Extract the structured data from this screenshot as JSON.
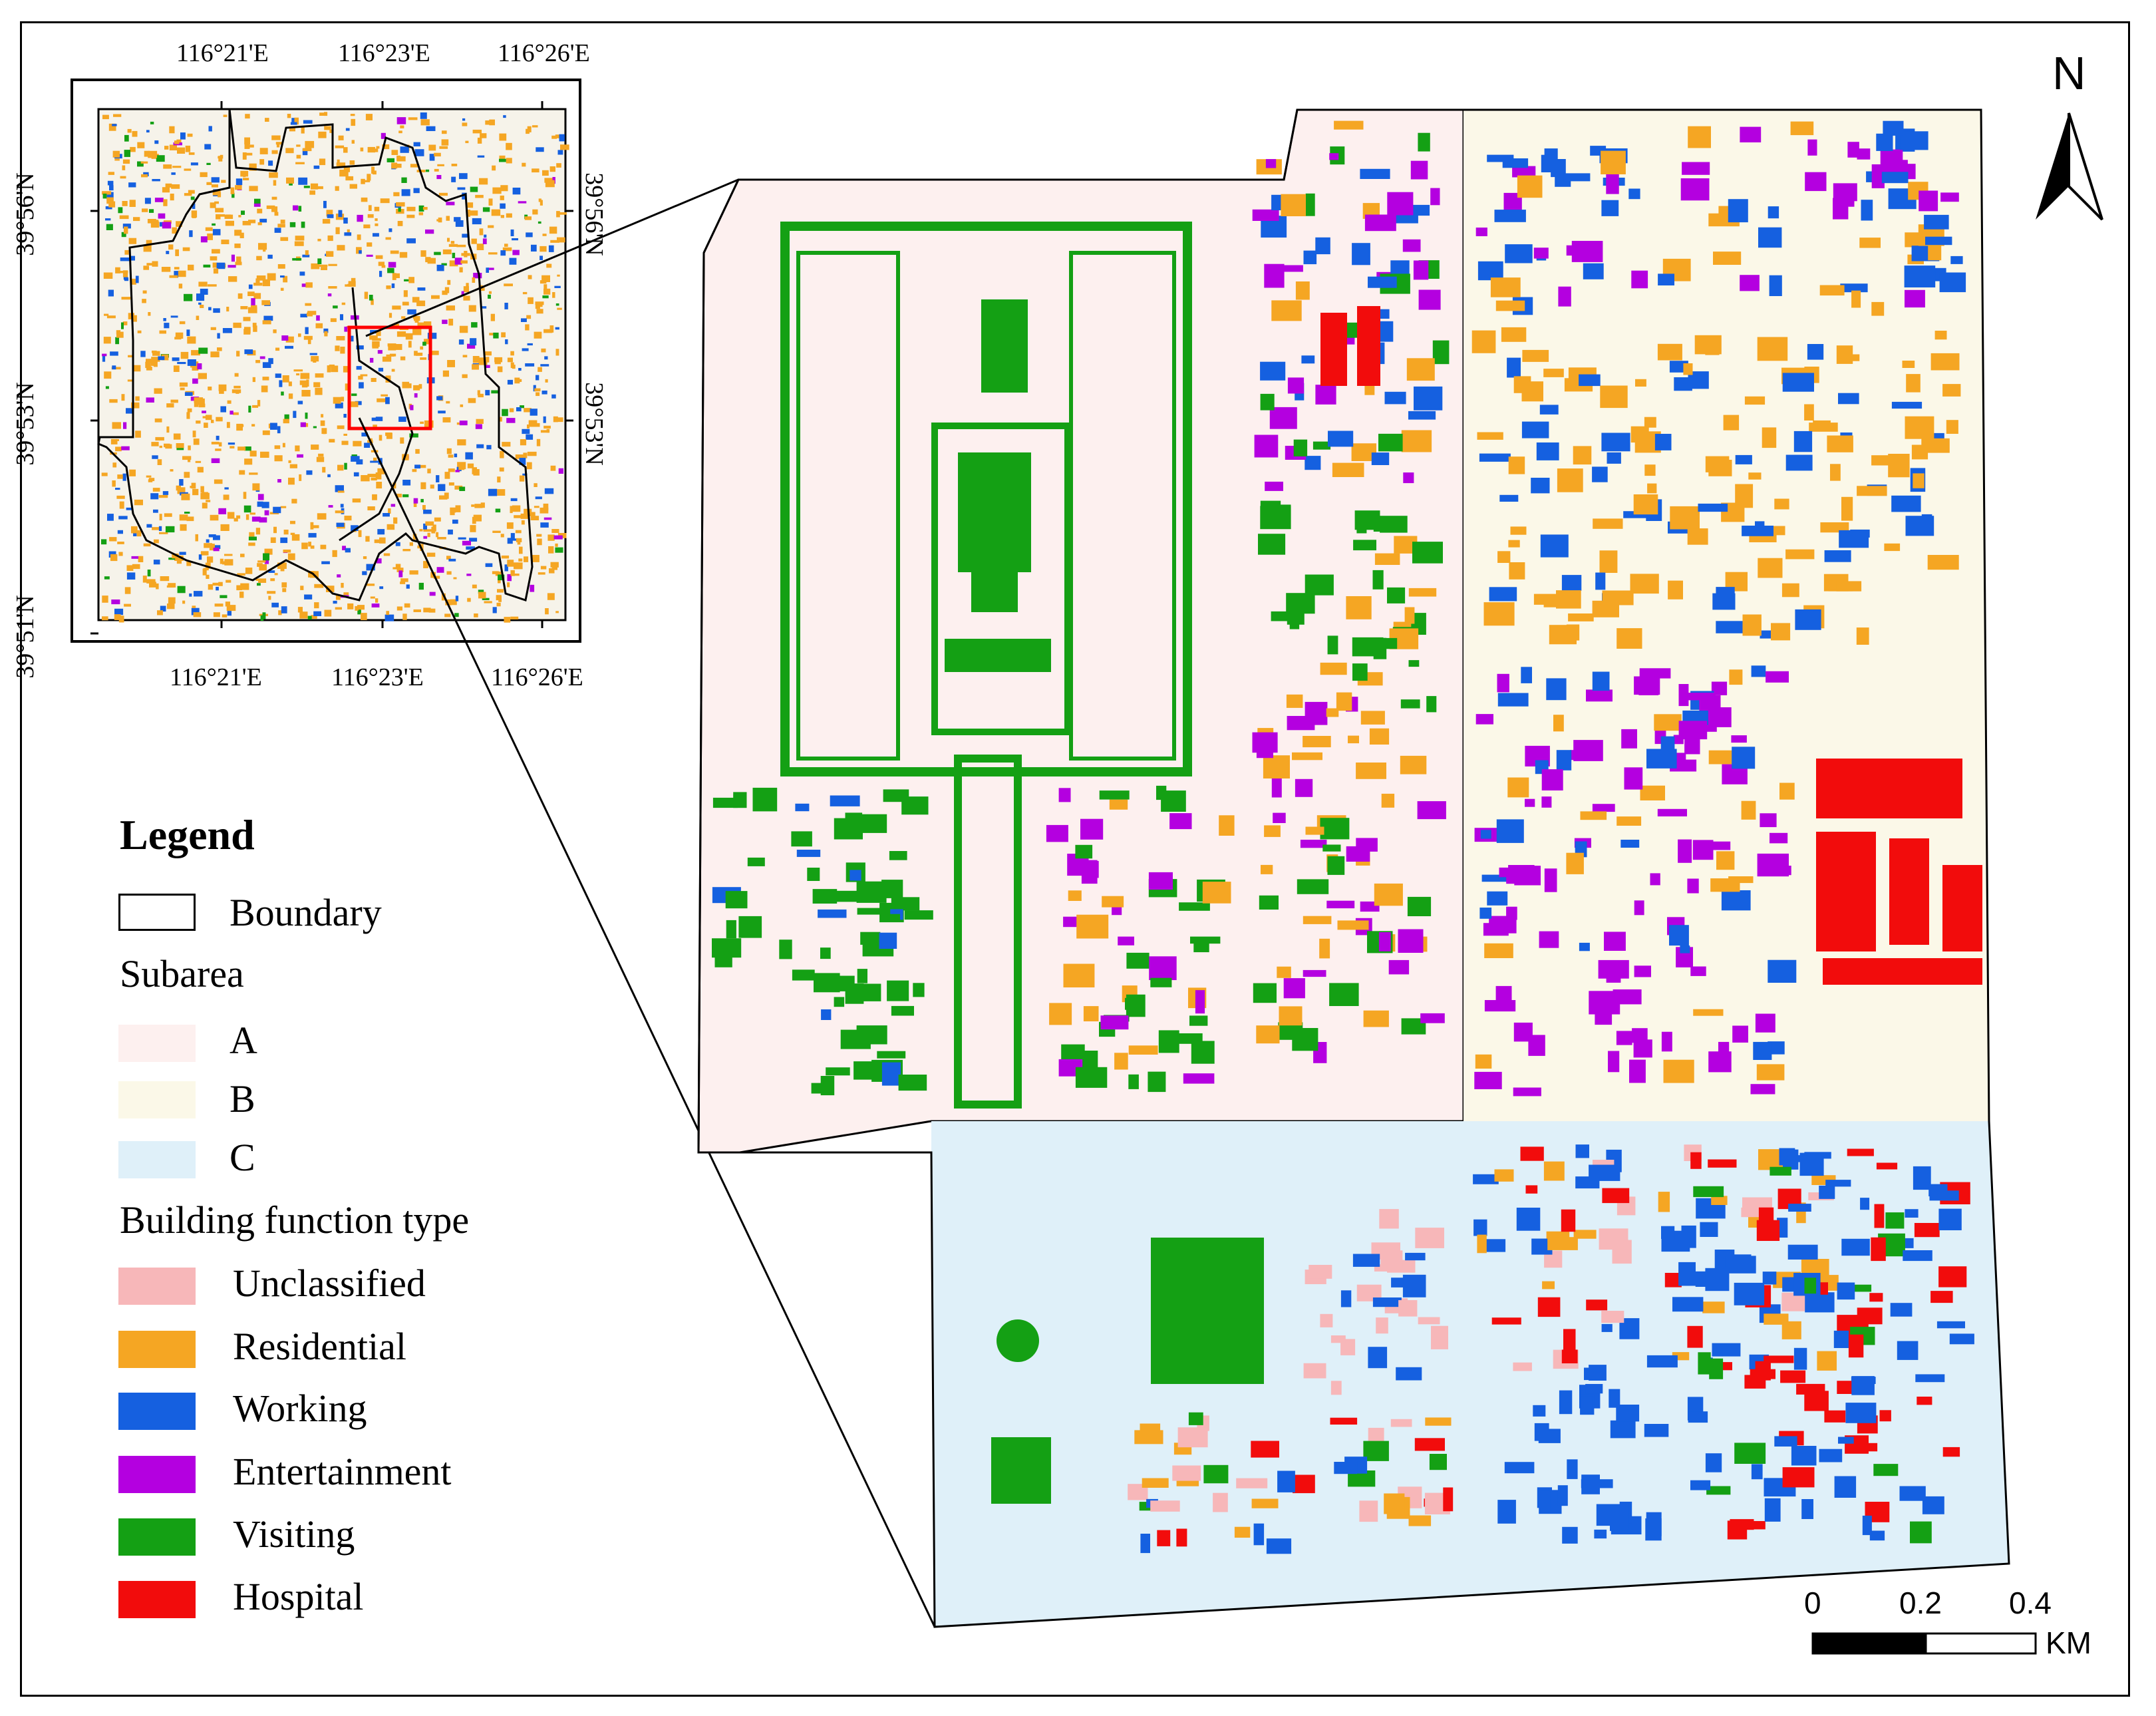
{
  "inset": {
    "top_ticks": [
      "116°21'E",
      "116°23'E",
      "116°26'E"
    ],
    "bottom_ticks": [
      "116°21'E",
      "116°23'E",
      "116°26'E"
    ],
    "left_ticks": [
      "39°56'N",
      "39°53'N",
      "39°51'N"
    ],
    "right_ticks": [
      "39°56'N",
      "39°53'N"
    ]
  },
  "north_arrow": {
    "label": "N"
  },
  "legend": {
    "title": "Legend",
    "boundary_label": "Boundary",
    "subarea_heading": "Subarea",
    "subareas": [
      {
        "label": "A",
        "color": "#fdf0ef"
      },
      {
        "label": "B",
        "color": "#fbf8e8"
      },
      {
        "label": "C",
        "color": "#dff0f9"
      }
    ],
    "function_heading": "Building function type",
    "functions": [
      {
        "label": "Unclassified",
        "color": "#f7b7b9"
      },
      {
        "label": "Residential",
        "color": "#f5a623"
      },
      {
        "label": "Working",
        "color": "#1560e0"
      },
      {
        "label": "Entertainment",
        "color": "#b400e0"
      },
      {
        "label": "Visiting",
        "color": "#14a014"
      },
      {
        "label": "Hospital",
        "color": "#f20c0c"
      }
    ]
  },
  "scale_bar": {
    "ticks": [
      "0",
      "0.2",
      "0.4"
    ],
    "unit": "KM"
  }
}
